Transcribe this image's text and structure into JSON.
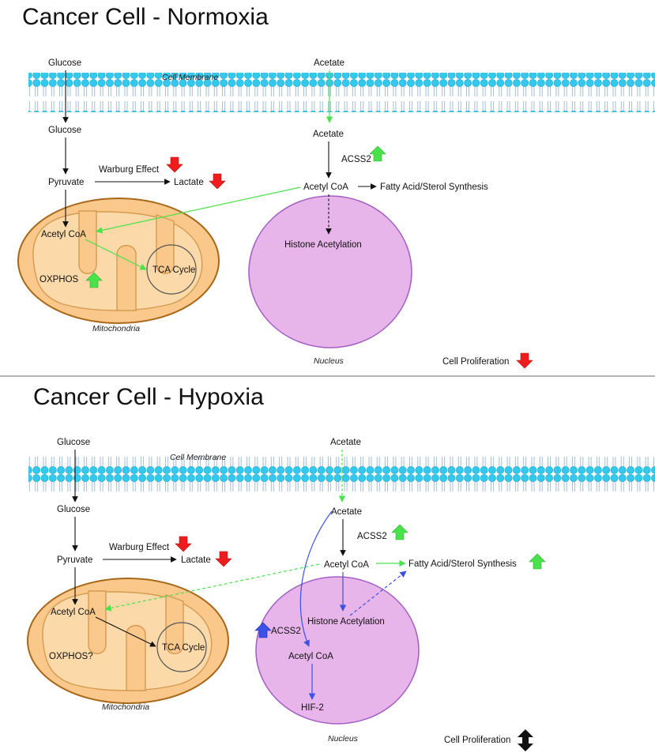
{
  "panels": {
    "normoxia": {
      "title": "Cancer Cell - Normoxia",
      "cell_membrane": "Cell Membrane",
      "glucose_outside": "Glucose",
      "glucose_inside": "Glucose",
      "pyruvate": "Pyruvate",
      "warburg_effect": "Warburg Effect",
      "lactate": "Lactate",
      "acetate_outside": "Acetate",
      "acetate_inside": "Acetate",
      "acss2": "ACSS2",
      "acetyl_coa_cytosol": "Acetyl CoA",
      "fatty_acid_synthesis": "Fatty Acid/Sterol Synthesis",
      "acetyl_coa_mito": "Acetyl CoA",
      "tca_cycle": "TCA Cycle",
      "oxphos": "OXPHOS",
      "mitochondria": "Mitochondria",
      "histone_acetylation": "Histone Acetylation",
      "nucleus": "Nucleus",
      "cell_proliferation": "Cell Proliferation"
    },
    "hypoxia": {
      "title": "Cancer Cell - Hypoxia",
      "cell_membrane": "Cell Membrane",
      "glucose_outside": "Glucose",
      "glucose_inside": "Glucose",
      "pyruvate": "Pyruvate",
      "warburg_effect": "Warburg Effect",
      "lactate": "Lactate",
      "acetate_outside": "Acetate",
      "acetate_inside": "Acetate",
      "acss2": "ACSS2",
      "acetyl_coa_cytosol": "Acetyl CoA",
      "fatty_acid_synthesis": "Fatty Acid/Sterol Synthesis",
      "acetyl_coa_mito": "Acetyl CoA",
      "tca_cycle": "TCA Cycle",
      "oxphos": "OXPHOS?",
      "mitochondria": "Mitochondria",
      "histone_acetylation": "Histone Acetylation",
      "acss2_nuclear": "ACSS2",
      "acetyl_coa_nuclear": "Acetyl CoA",
      "hif2": "HIF-2",
      "nucleus": "Nucleus",
      "cell_proliferation": "Cell Proliferation"
    }
  },
  "colors": {
    "green": "#4ae24a",
    "red": "#ee1c1c",
    "blue": "#3c52e6",
    "black": "#111111",
    "membrane_head": "#33c8ec",
    "mito_fill": "#f9c88a",
    "mito_stroke": "#a8681a",
    "nucleus_fill": "#e8b5ea",
    "nucleus_stroke": "#a45fc5"
  },
  "icons": [
    "arrow-up-icon",
    "arrow-down-icon",
    "arrow-updown-icon"
  ]
}
